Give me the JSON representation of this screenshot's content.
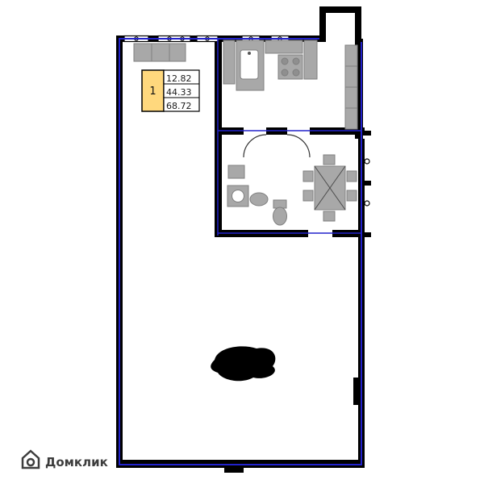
{
  "plan": {
    "type": "apartment-floor-plan",
    "legend": {
      "unit_number": "1",
      "area_living": "12.82",
      "area_mid": "44.33",
      "area_total": "68.72"
    },
    "logo": {
      "text": "Домклик"
    }
  },
  "colors": {
    "wall": "#000000",
    "furniture": "#a8a8a8",
    "furniture_stroke": "#7f7f7f",
    "dimension_blue": "#2222cc",
    "legend_yellow": "#ffd87d",
    "logo_gray": "#3d3d3d"
  }
}
